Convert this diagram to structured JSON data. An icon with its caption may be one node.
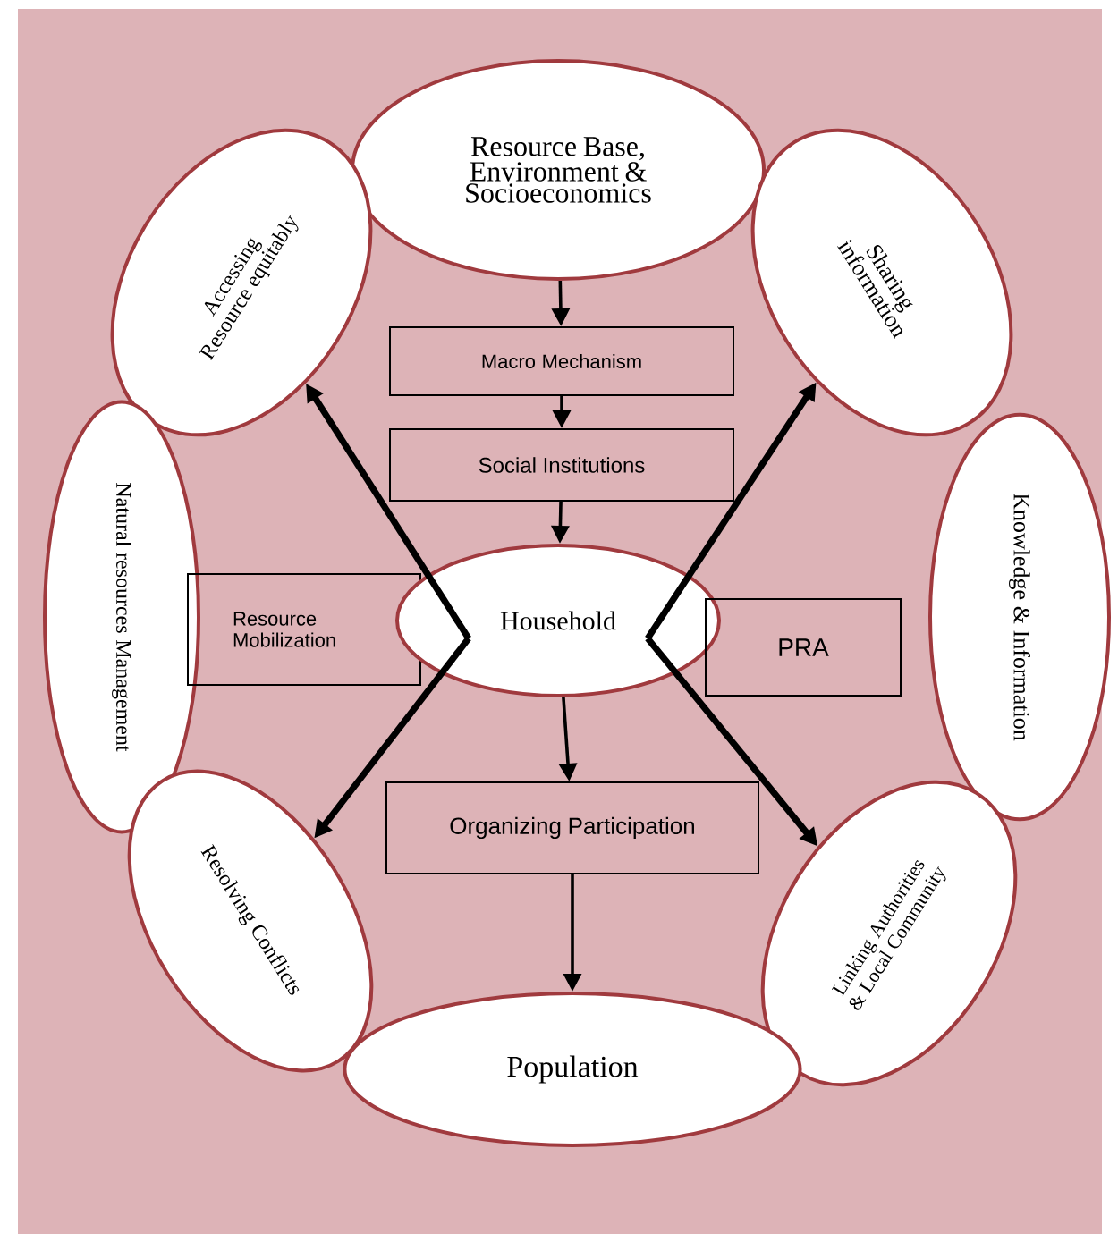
{
  "diagram": {
    "nodes": [
      {
        "text": [
          "Resource Base, Environment & Socioeconomics"
        ]
      },
      {
        "text": [
          "Accessing Resource equitably"
        ]
      },
      {
        "text": [
          "Sharing information"
        ]
      },
      {
        "text": [
          "Macro Mechanism"
        ]
      },
      {
        "text": [
          "Social Institutions"
        ]
      },
      {
        "text": [
          "Natural resources Management"
        ]
      },
      {
        "text": [
          "Knowledge & Information"
        ]
      },
      {
        "text": [
          "Resource Mobilization"
        ]
      },
      {
        "text": [
          "Household"
        ]
      },
      {
        "text": [
          "PRA"
        ]
      },
      {
        "text": [
          "Organizing Participation"
        ]
      },
      {
        "text": [
          "Resolving Conflicts"
        ]
      },
      {
        "text": [
          "Linking Authorities & Local Community"
        ]
      },
      {
        "text": [
          "Population"
        ]
      }
    ],
    "edges": [
      {
        "from": 0,
        "to": 3,
        "arrow": "to"
      },
      {
        "from": 3,
        "to": 4,
        "arrow": "to"
      },
      {
        "from": 4,
        "to": 8,
        "arrow": "to"
      },
      {
        "from": 8,
        "to": 10,
        "arrow": "to"
      },
      {
        "from": 10,
        "to": 13,
        "arrow": "to"
      },
      {
        "from": 8,
        "to": 1,
        "arrow": "to",
        "style": "thick"
      },
      {
        "from": 8,
        "to": 11,
        "arrow": "to",
        "style": "thick"
      },
      {
        "from": 8,
        "to": 2,
        "arrow": "to",
        "style": "thick"
      },
      {
        "from": 8,
        "to": 12,
        "arrow": "to",
        "style": "thick"
      }
    ]
  }
}
